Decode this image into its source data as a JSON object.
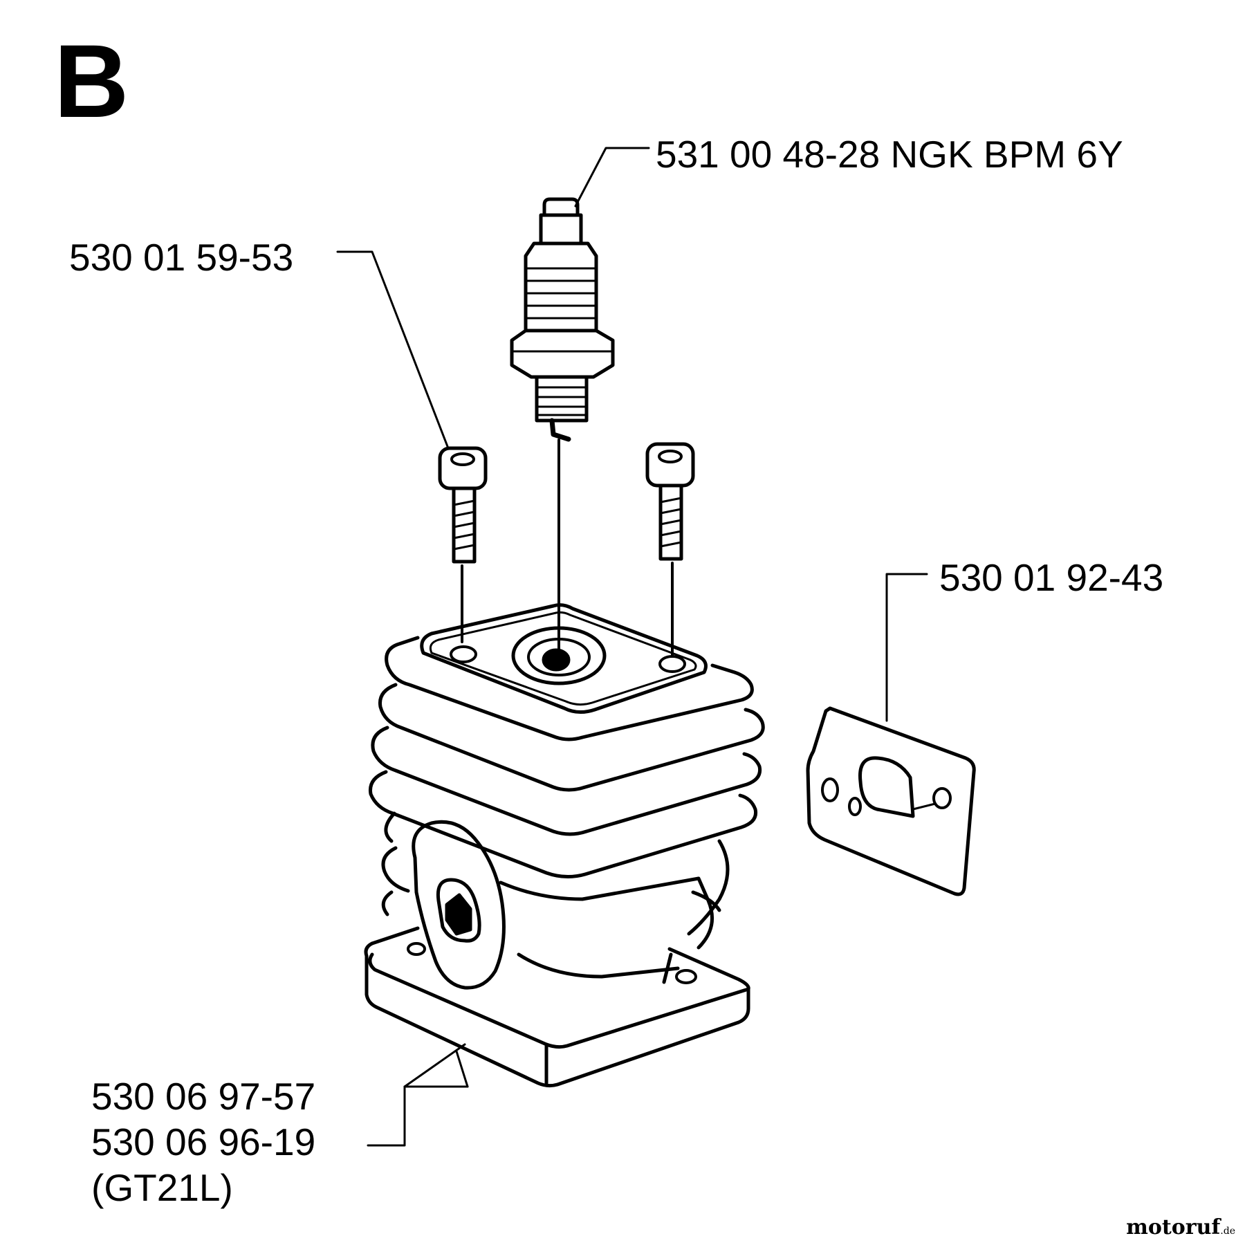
{
  "section_letter": "B",
  "parts": {
    "spark_plug": "531 00 48-28 NGK BPM 6Y",
    "screw": "530 01 59-53",
    "gasket": "530 01 92-43",
    "cylinder_1": "530 06 97-57",
    "cylinder_2": "530 06 96-19",
    "cylinder_variant": "(GT21L)"
  },
  "watermark": {
    "brand": "motoruf",
    "suffix": ".de"
  },
  "colors": {
    "line": "#000000",
    "background": "#ffffff"
  }
}
